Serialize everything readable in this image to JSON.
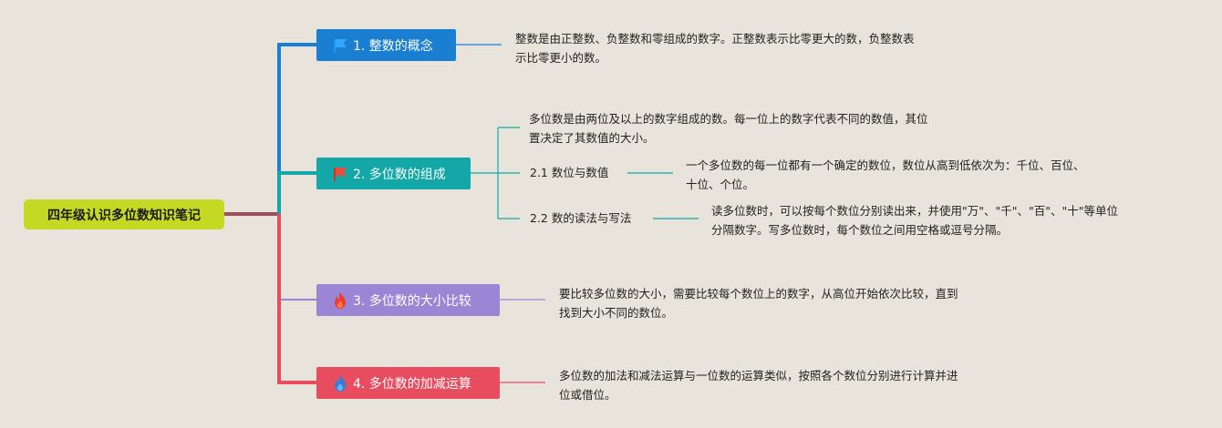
{
  "root": {
    "title": "四年级认识多位数知识笔记"
  },
  "colors": {
    "root": "#c4d923",
    "topic1": "#1b7fd1",
    "topic2": "#13a7a7",
    "topic3": "#9b86d6",
    "topic4": "#e84d5f",
    "root_line": "#a04d62"
  },
  "topics": [
    {
      "label": "1. 整数的概念",
      "icon": "blue-flag-icon",
      "note": [
        "整数是由正整数、负整数和零组成的数字。正整数表示比零更大的数，负整数表",
        "示比零更小的数。"
      ]
    },
    {
      "label": "2. 多位数的组成",
      "icon": "red-flag-icon",
      "note": [
        "多位数是由两位及以上的数字组成的数。每一位上的数字代表不同的数值，其位",
        "置决定了其数值的大小。"
      ],
      "subtopics": [
        {
          "label": "2.1 数位与数值",
          "note": [
            "一个多位数的每一位都有一个确定的数位，数位从高到低依次为：千位、百位、",
            "十位、个位。"
          ]
        },
        {
          "label": "2.2 数的读法与写法",
          "note": [
            "读多位数时，可以按每个数位分别读出来，并使用\"万\"、\"千\"、\"百\"、\"十\"等单位",
            "分隔数字。写多位数时，每个数位之间用空格或逗号分隔。"
          ]
        }
      ]
    },
    {
      "label": "3. 多位数的大小比较",
      "icon": "red-fire-icon",
      "note": [
        "要比较多位数的大小，需要比较每个数位上的数字，从高位开始依次比较，直到",
        "找到大小不同的数位。"
      ]
    },
    {
      "label": "4. 多位数的加减运算",
      "icon": "blue-fire-icon",
      "note": [
        "多位数的加法和减法运算与一位数的运算类似，按照各个数位分别进行计算并进",
        "位或借位。"
      ]
    }
  ]
}
